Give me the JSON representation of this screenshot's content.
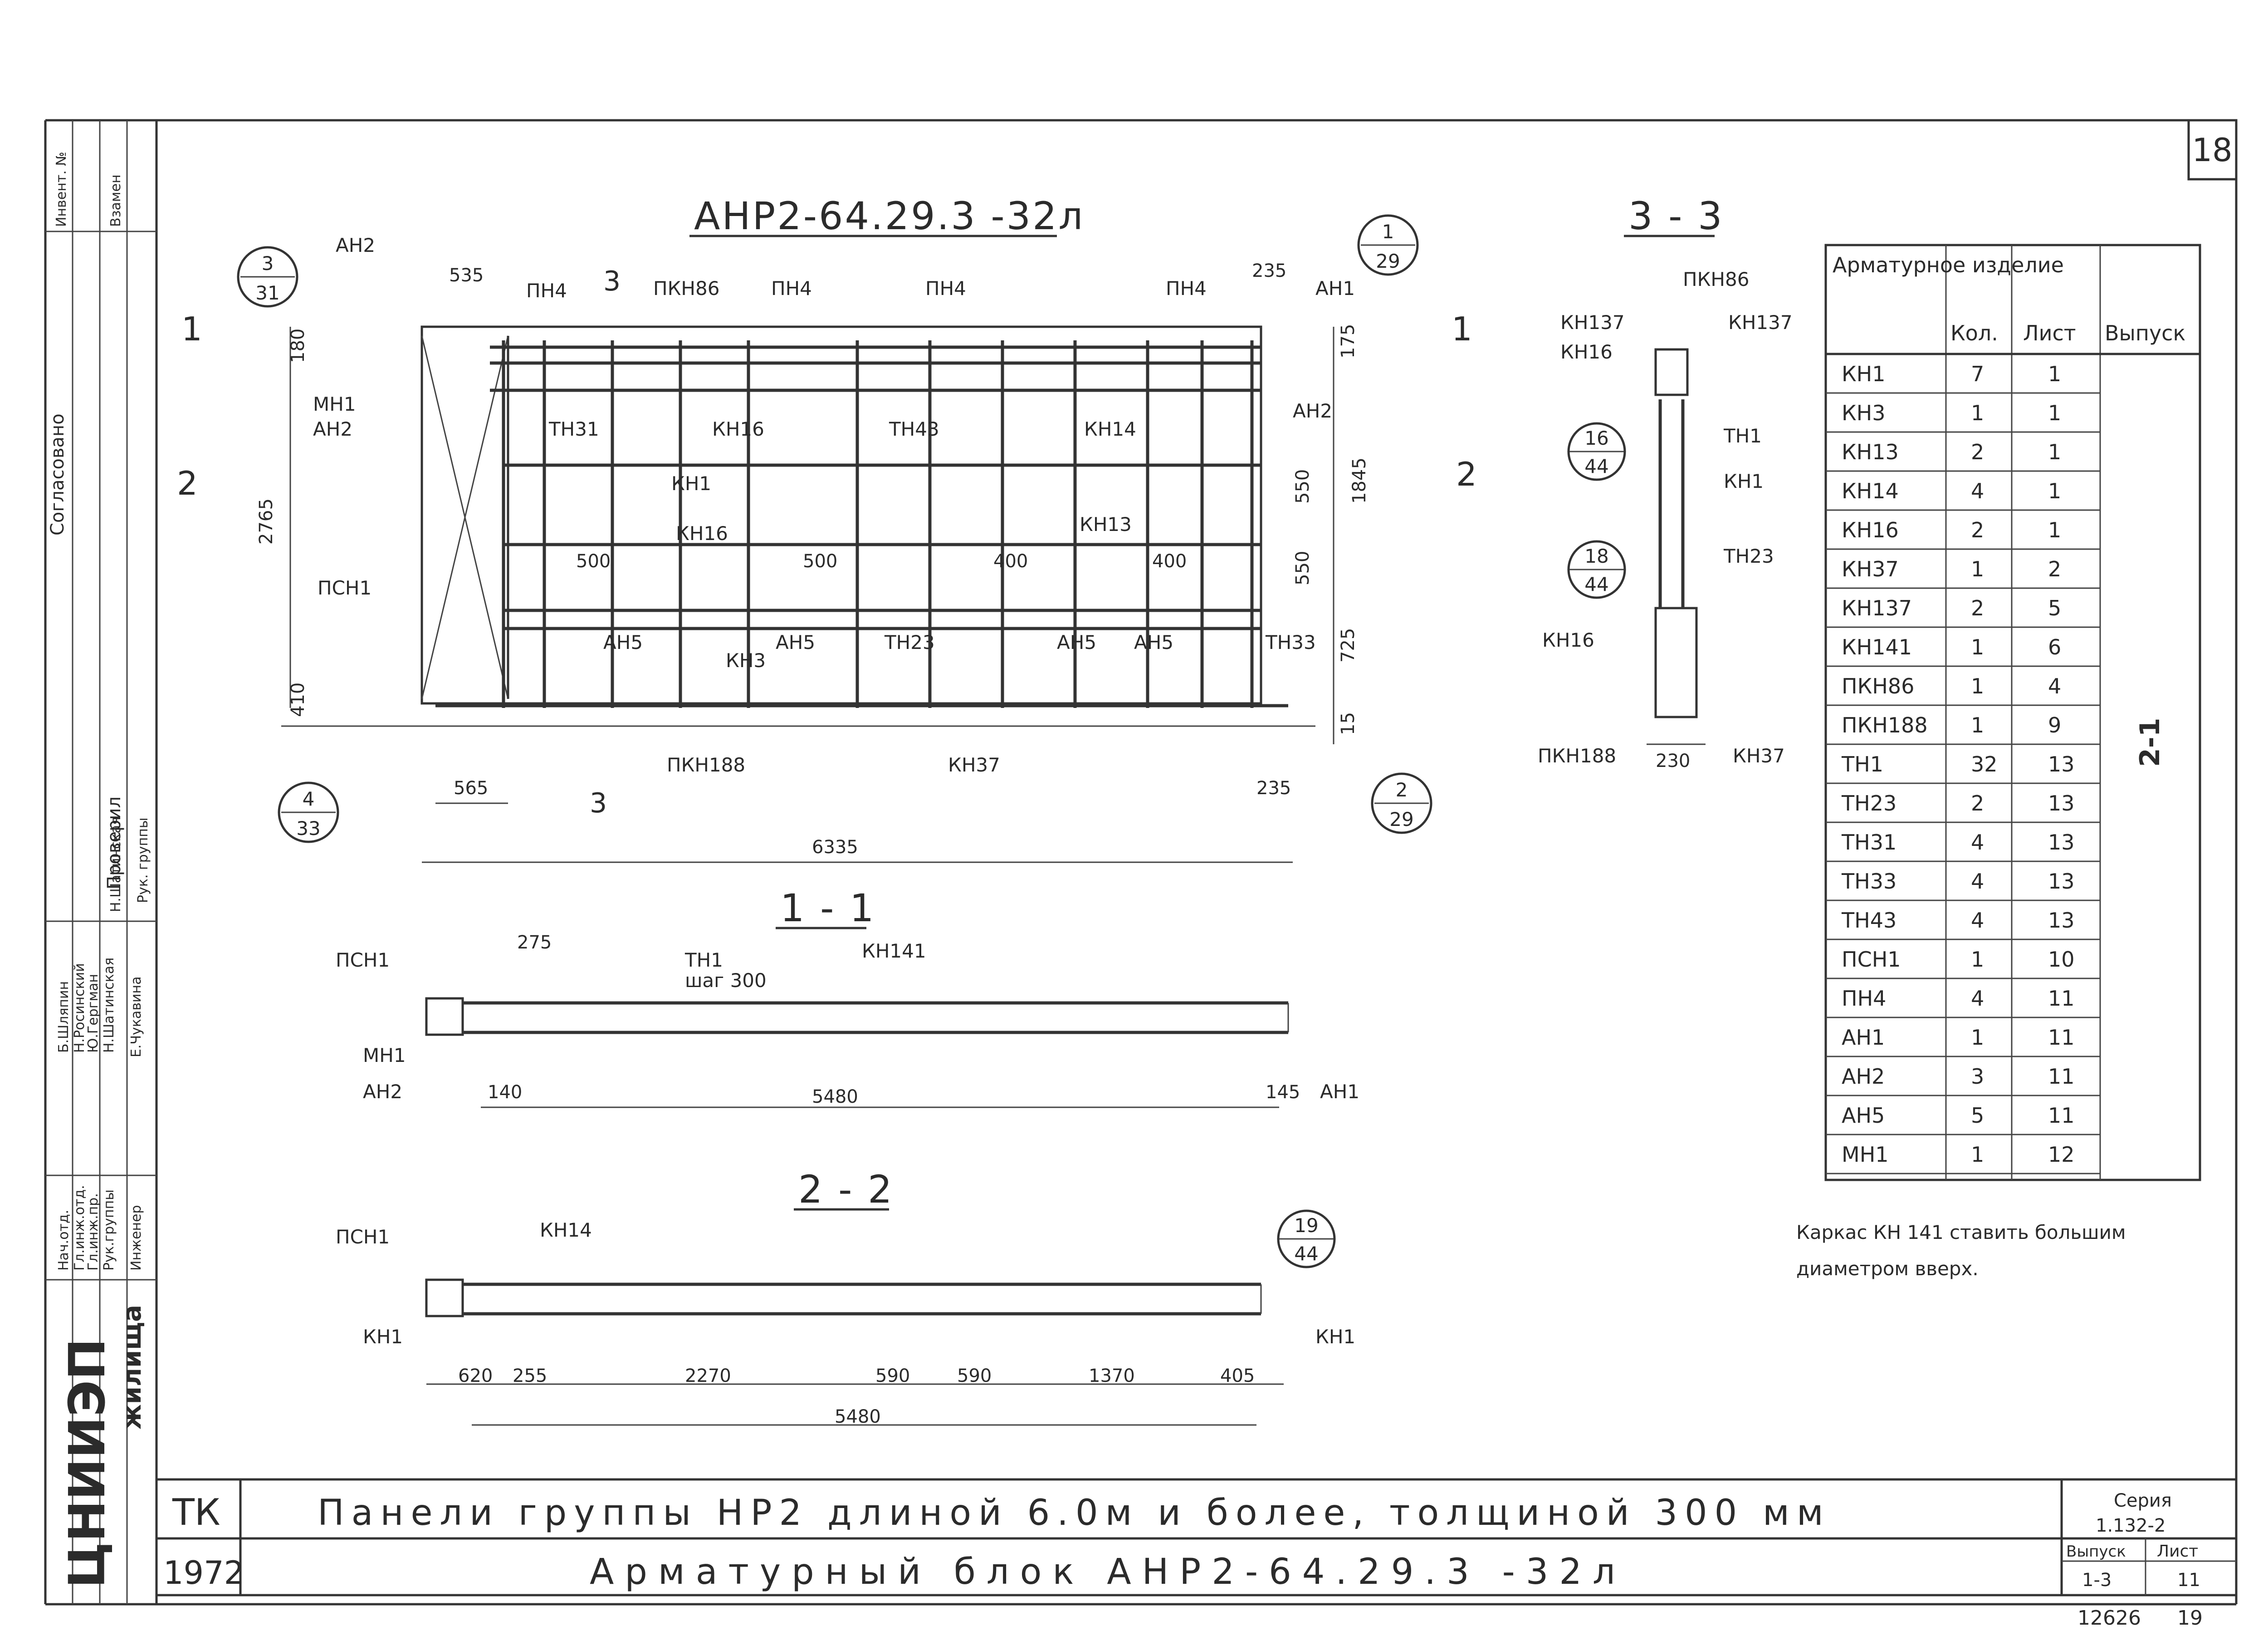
{
  "sheet_number": "18",
  "views": {
    "main": {
      "title": "АНР2-64.29.3 -32л",
      "cut_top": "3",
      "cut_bottom": "3",
      "cut_left": "1",
      "cut_right": "1",
      "cut_left2": "2",
      "cut_right2": "2"
    },
    "section_11": {
      "title": "1 - 1"
    },
    "section_22": {
      "title": "2 - 2"
    },
    "section_33": {
      "title": "3 - 3"
    }
  },
  "labels": {
    "an2_a": "АН2",
    "an2_b": "АН2",
    "an2_c": "АН2",
    "an2_d": "АН2",
    "an1_a": "АН1",
    "an1_b": "АН1",
    "mn1_a": "МН1",
    "mn1_b": "МН1",
    "psn1_a": "ПСН1",
    "psn1_b": "ПСН1",
    "psn1_c": "ПСН1",
    "pn4_a": "ПН4",
    "pn4_b": "ПН4",
    "pn4_c": "ПН4",
    "pn4_d": "ПН4",
    "pkn86_a": "ПКН86",
    "pkn86_b": "ПКН86",
    "kn16_a": "КН16",
    "kn16_b": "КН16",
    "kn16_c": "КН16",
    "kn16_d": "КН16",
    "tn31": "ТН31",
    "tn43": "ТН43",
    "kn14_a": "КН14",
    "kn14_b": "КН14",
    "kn1_a": "КН1",
    "kn1_b": "КН1",
    "kn1_c": "КН1",
    "kn1_d": "КН1",
    "kn13": "КН13",
    "an5_a": "АН5",
    "an5_b": "АН5",
    "an5_c": "АН5",
    "an5_d": "АН5",
    "tn23_a": "ТН23",
    "tn23_b": "ТН23",
    "tn33": "ТН33",
    "kn3": "КН3",
    "pkn188_a": "ПКН188",
    "pkn188_b": "ПКН188",
    "kn37_a": "КН37",
    "kn37_b": "КН37",
    "kn137_a": "КН137",
    "kn137_b": "КН137",
    "tn1_a": "ТН1",
    "tn1_b": "ТН1",
    "kn141": "КН141",
    "step": "шаг 300"
  },
  "callouts": {
    "c1": {
      "top": "3",
      "bottom": "31"
    },
    "c2": {
      "top": "1",
      "bottom": "29"
    },
    "c3": {
      "top": "4",
      "bottom": "33"
    },
    "c4": {
      "top": "2",
      "bottom": "29"
    },
    "c5": {
      "top": "16",
      "bottom": "44"
    },
    "c6": {
      "top": "18",
      "bottom": "44"
    },
    "c7": {
      "top": "19",
      "bottom": "44"
    }
  },
  "dims": {
    "d535": "535",
    "d235a": "235",
    "d180": "180",
    "d175": "175",
    "d2765": "2765",
    "d1845": "1845",
    "d550a": "550",
    "d550b": "550",
    "d725": "725",
    "d410": "410",
    "d15": "15",
    "d500a": "500",
    "d500b": "500",
    "d400a": "400",
    "d400b": "400",
    "d565": "565",
    "d235b": "235",
    "d6335": "6335",
    "d230": "230",
    "d275": "275",
    "d140": "140",
    "d5480a": "5480",
    "d145": "145",
    "d620": "620",
    "d255": "255",
    "d2270": "2270",
    "d590a": "590",
    "d590b": "590",
    "d1370": "1370",
    "d405": "405",
    "d5480b": "5480"
  },
  "spec_table": {
    "headers": [
      "Арматурное изделие",
      "Кол.",
      "Лист",
      "Выпуск"
    ],
    "release": "2-1",
    "rows": [
      {
        "item": "КН1",
        "qty": "7",
        "sheet": "1"
      },
      {
        "item": "КН3",
        "qty": "1",
        "sheet": "1"
      },
      {
        "item": "КН13",
        "qty": "2",
        "sheet": "1"
      },
      {
        "item": "КН14",
        "qty": "4",
        "sheet": "1"
      },
      {
        "item": "КН16",
        "qty": "2",
        "sheet": "1"
      },
      {
        "item": "КН37",
        "qty": "1",
        "sheet": "2"
      },
      {
        "item": "КН137",
        "qty": "2",
        "sheet": "5"
      },
      {
        "item": "КН141",
        "qty": "1",
        "sheet": "6"
      },
      {
        "item": "ПКН86",
        "qty": "1",
        "sheet": "4"
      },
      {
        "item": "ПКН188",
        "qty": "1",
        "sheet": "9"
      },
      {
        "item": "ТН1",
        "qty": "32",
        "sheet": "13"
      },
      {
        "item": "ТН23",
        "qty": "2",
        "sheet": "13"
      },
      {
        "item": "ТН31",
        "qty": "4",
        "sheet": "13"
      },
      {
        "item": "ТН33",
        "qty": "4",
        "sheet": "13"
      },
      {
        "item": "ТН43",
        "qty": "4",
        "sheet": "13"
      },
      {
        "item": "ПСН1",
        "qty": "1",
        "sheet": "10"
      },
      {
        "item": "ПН4",
        "qty": "4",
        "sheet": "11"
      },
      {
        "item": "АН1",
        "qty": "1",
        "sheet": "11"
      },
      {
        "item": "АН2",
        "qty": "3",
        "sheet": "11"
      },
      {
        "item": "АН5",
        "qty": "5",
        "sheet": "11"
      },
      {
        "item": "МН1",
        "qty": "1",
        "sheet": "12"
      }
    ]
  },
  "note": {
    "line1": "Каркас КН 141 ставить большим",
    "line2": "диаметром вверх."
  },
  "left_strip": {
    "agreed": "Согласовано",
    "inv": "Инвент. №",
    "replace": "Взамен",
    "checked": "Проверил",
    "names": [
      "Б.Шляпин",
      "Н.Росинский",
      "Ю.Гергман",
      "Н.Шатинская",
      "Е.Чукавина"
    ],
    "roles": [
      "Нач.отд.",
      "Гл.инж.отд.",
      "Гл.инж.пр.",
      "Рук.группы",
      "Инженер"
    ],
    "checker": "Н.Шатинская",
    "group_lead": "Рук. группы",
    "org": "ЦНИИЭП",
    "org2": "жилища"
  },
  "title_block": {
    "tk": "ТК",
    "year": "1972",
    "line1": "Панели группы НР2 длиной 6.0м и более, толщиной 300 мм",
    "line2": "Арматурный блок АНР2-64.29.3 -32л",
    "series_label": "Серия",
    "series_value": "1.132-2",
    "issue_label": "Выпуск",
    "issue_value": "1-3",
    "sheet_label": "Лист",
    "sheet_value": "11"
  },
  "stamp": "12626",
  "corner_mark": "19"
}
